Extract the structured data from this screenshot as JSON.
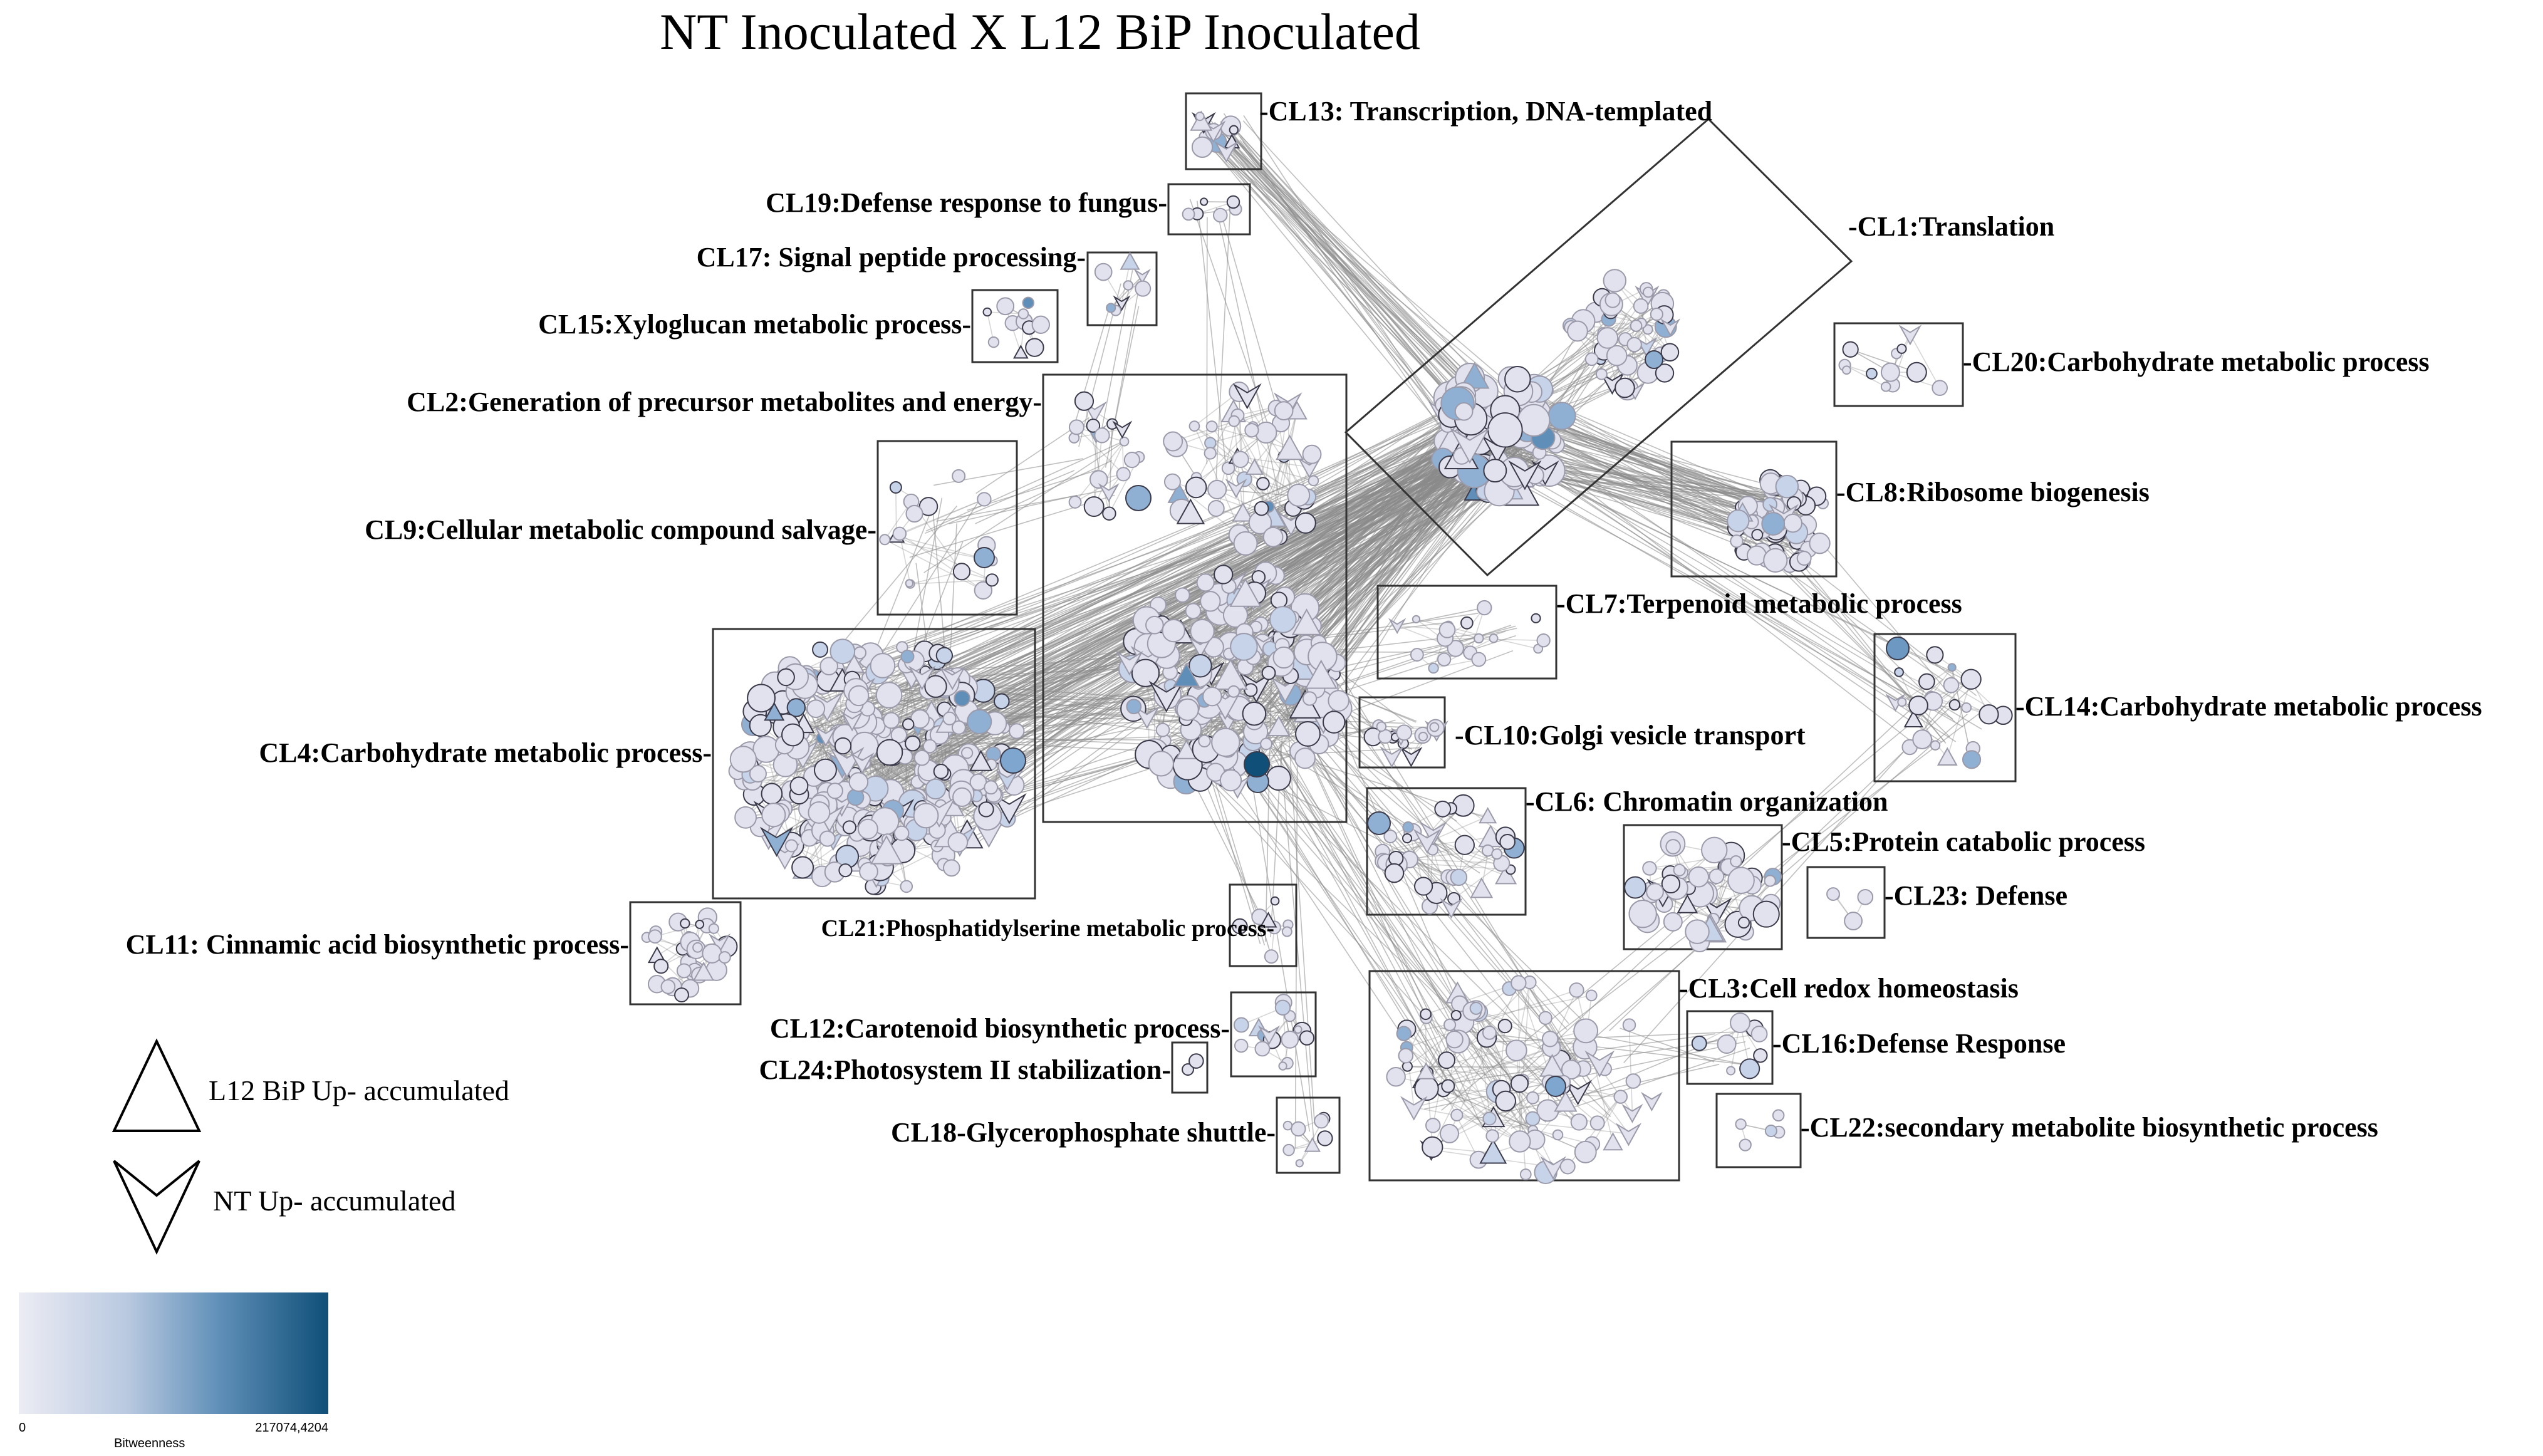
{
  "title": "NT Inoculated X L12 BiP Inoculated",
  "colors": {
    "node_low": "#e2e2ee",
    "node_high": "#0f4f78",
    "edge": "#8a8a8a",
    "box": "#333333"
  },
  "clusters": [
    {
      "id": "CL1",
      "label": "-CL1:Translation"
    },
    {
      "id": "CL2",
      "label": "CL2:Generation of precursor metabolites and energy-"
    },
    {
      "id": "CL3",
      "label": "-CL3:Cell redox homeostasis"
    },
    {
      "id": "CL4",
      "label": "CL4:Carbohydrate metabolic process-"
    },
    {
      "id": "CL5",
      "label": "-CL5:Protein catabolic process"
    },
    {
      "id": "CL6",
      "label": "-CL6: Chromatin organization"
    },
    {
      "id": "CL7",
      "label": "-CL7:Terpenoid metabolic process"
    },
    {
      "id": "CL8",
      "label": "-CL8:Ribosome biogenesis"
    },
    {
      "id": "CL9",
      "label": "CL9:Cellular metabolic compound salvage-"
    },
    {
      "id": "CL10",
      "label": "-CL10:Golgi vesicle transport"
    },
    {
      "id": "CL11",
      "label": "CL11: Cinnamic acid biosynthetic process-"
    },
    {
      "id": "CL12",
      "label": "CL12:Carotenoid biosynthetic process-"
    },
    {
      "id": "CL13",
      "label": "-CL13: Transcription, DNA-templated"
    },
    {
      "id": "CL14",
      "label": "-CL14:Carbohydrate metabolic process"
    },
    {
      "id": "CL15",
      "label": "CL15:Xyloglucan metabolic process-"
    },
    {
      "id": "CL16",
      "label": "-CL16:Defense Response"
    },
    {
      "id": "CL17",
      "label": "CL17: Signal peptide processing-"
    },
    {
      "id": "CL18",
      "label": "CL18-Glycerophosphate shuttle-"
    },
    {
      "id": "CL19",
      "label": "CL19:Defense response to fungus-"
    },
    {
      "id": "CL20",
      "label": "-CL20:Carbohydrate metabolic process"
    },
    {
      "id": "CL21",
      "label": "CL21:Phosphatidylserine metabolic process-"
    },
    {
      "id": "CL22",
      "label": "-CL22:secondary metabolite biosynthetic process"
    },
    {
      "id": "CL23",
      "label": "-CL23: Defense"
    },
    {
      "id": "CL24",
      "label": "CL24:Photosystem II stabilization-"
    }
  ],
  "legend": {
    "up_label": "L12 BiP Up-  accumulated",
    "down_label": "NT Up-  accumulated"
  },
  "scale": {
    "min": "0",
    "max": "217074,4204",
    "label": "Bitweenness"
  }
}
